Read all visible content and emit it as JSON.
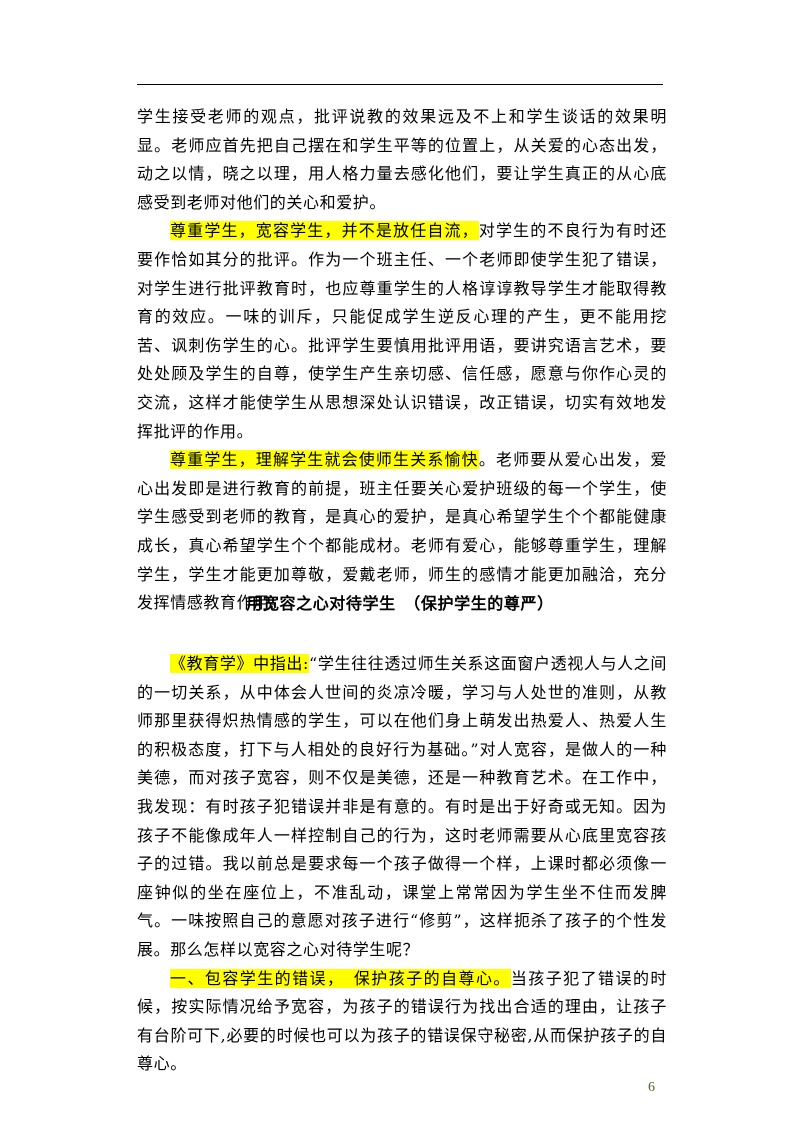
{
  "page": {
    "page_number": "6",
    "section_title": "用宽容之心对待学生　（保护学生的尊严）"
  },
  "colors": {
    "highlight": "#ffff00",
    "page_number": "#4a6a2a"
  },
  "body": {
    "p1": "学生接受老师的观点，批评说教的效果远及不上和学生谈话的效果明显。老师应首先把自己摆在和学生平等的位置上，从关爱的心态出发，动之以情，晓之以理，用人格力量去感化他们，要让学生真正的从心底感受到老师对他们的关心和爱护。",
    "p2_highlight": "尊重学生，宽容学生，并不是放任自流，",
    "p2_rest": "对学生的不良行为有时还要作恰如其分的批评。作为一个班主任、一个老师即使学生犯了错误，对学生进行批评教育时，也应尊重学生的人格谆谆教导学生才能取得教育的效应。一味的训斥，只能促成学生逆反心理的产生，更不能用挖苦、讽刺伤学生的心。批评学生要慎用批评用语，要讲究语言艺术，要处处顾及学生的自尊，使学生产生亲切感、信任感，愿意与你作心灵的交流，这样才能使学生从思想深处认识错误，改正错误，切实有效地发挥批评的作用。",
    "p3_highlight": "尊重学生，理解学生就会使师生关系愉快",
    "p3_rest": "。老师要从爱心出发，爱心出发即是进行教育的前提，班主任要关心爱护班级的每一个学生，使学生感受到老师的教育，是真心的爱护，是真心希望学生个个都能健康成长，真心希望学生个个都能成材。老师有爱心，能够尊重学生，理解学生，学生才能更加尊敬，爱戴老师，师生的感情才能更加融洽，充分发挥情感教育作用。",
    "p4_highlight": "《教育学》中指出:",
    "p4_rest": "“学生往往透过师生关系这面窗户透视人与人之间的一切关系，从中体会人世间的炎凉冷暖，学习与人处世的准则，从教师那里获得炽热情感的学生，可以在他们身上萌发出热爱人、热爱人生的积极态度，打下与人相处的良好行为基础。”对人宽容，是做人的一种美德，而对孩子宽容，则不仅是美德，还是一种教育艺术。在工作中，我发现：有时孩子犯错误并非是有意的。有时是出于好奇或无知。因为孩子不能像成年人一样控制自己的行为，这时老师需要从心底里宽容孩子的过错。我以前总是要求每一个孩子做得一个样，上课时都必须像一座钟似的坐在座位上，不准乱动，课堂上常常因为学生坐不住而发脾气。一味按照自己的意愿对孩子进行“修剪”，这样扼杀了孩子的个性发展。那么怎样以宽容之心对待学生呢？",
    "p5_highlight": "一、包容学生的错误，　保护孩子的自尊心。",
    "p5_rest": "当孩子犯了错误的时候，按实际情况给予宽容，为孩子的错误行为找出合适的理由，让孩子有台阶可下,必要的时候也可以为孩子的错误保守秘密,从而保护孩子的自尊心。"
  }
}
